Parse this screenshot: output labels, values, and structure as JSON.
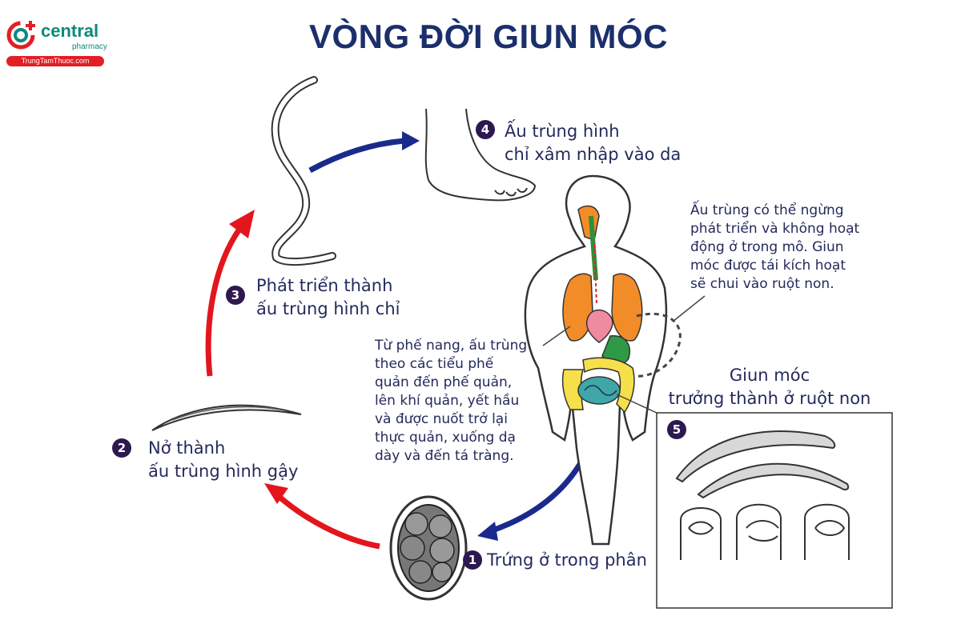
{
  "header": {
    "title": "VÒNG ĐỜI GIUN MÓC",
    "logo": {
      "name": "central",
      "sub": "pharmacy",
      "tagline": "TrungTamThuoc.com"
    }
  },
  "steps": [
    {
      "number": "1",
      "lines": [
        "Trứng ở trong phân"
      ]
    },
    {
      "number": "2",
      "lines": [
        "Nở thành",
        "ấu trùng hình gậy"
      ]
    },
    {
      "number": "3",
      "lines": [
        "Phát triển thành",
        "ấu trùng hình chỉ"
      ]
    },
    {
      "number": "4",
      "lines": [
        "Ấu trùng hình",
        "chỉ xâm nhập vào da"
      ]
    },
    {
      "number": "5",
      "lines": [
        "Giun móc",
        "trưởng thành ở ruột non"
      ]
    }
  ],
  "notes": {
    "lungs": [
      "Từ phế nang, ấu trùng",
      "theo các tiểu phế",
      "quản đến phế quản,",
      "lên khí quản, yết hầu",
      "và được nuốt trở lại",
      "thực quản, xuống dạ",
      "dày và đến tá tràng."
    ],
    "dormant": [
      "Ấu trùng có thể ngừng",
      "phát triển và không hoạt",
      "động ở trong mô. Giun",
      "móc được tái kích hoạt",
      "sẽ chui vào ruột non."
    ]
  },
  "colors": {
    "title": "#1b2f6b",
    "red_arrow": "#e3161d",
    "blue_arrow": "#1a2a8c",
    "badge": "#2e1850",
    "brand_teal": "#0e8a7a",
    "brand_red": "#e31e24"
  }
}
